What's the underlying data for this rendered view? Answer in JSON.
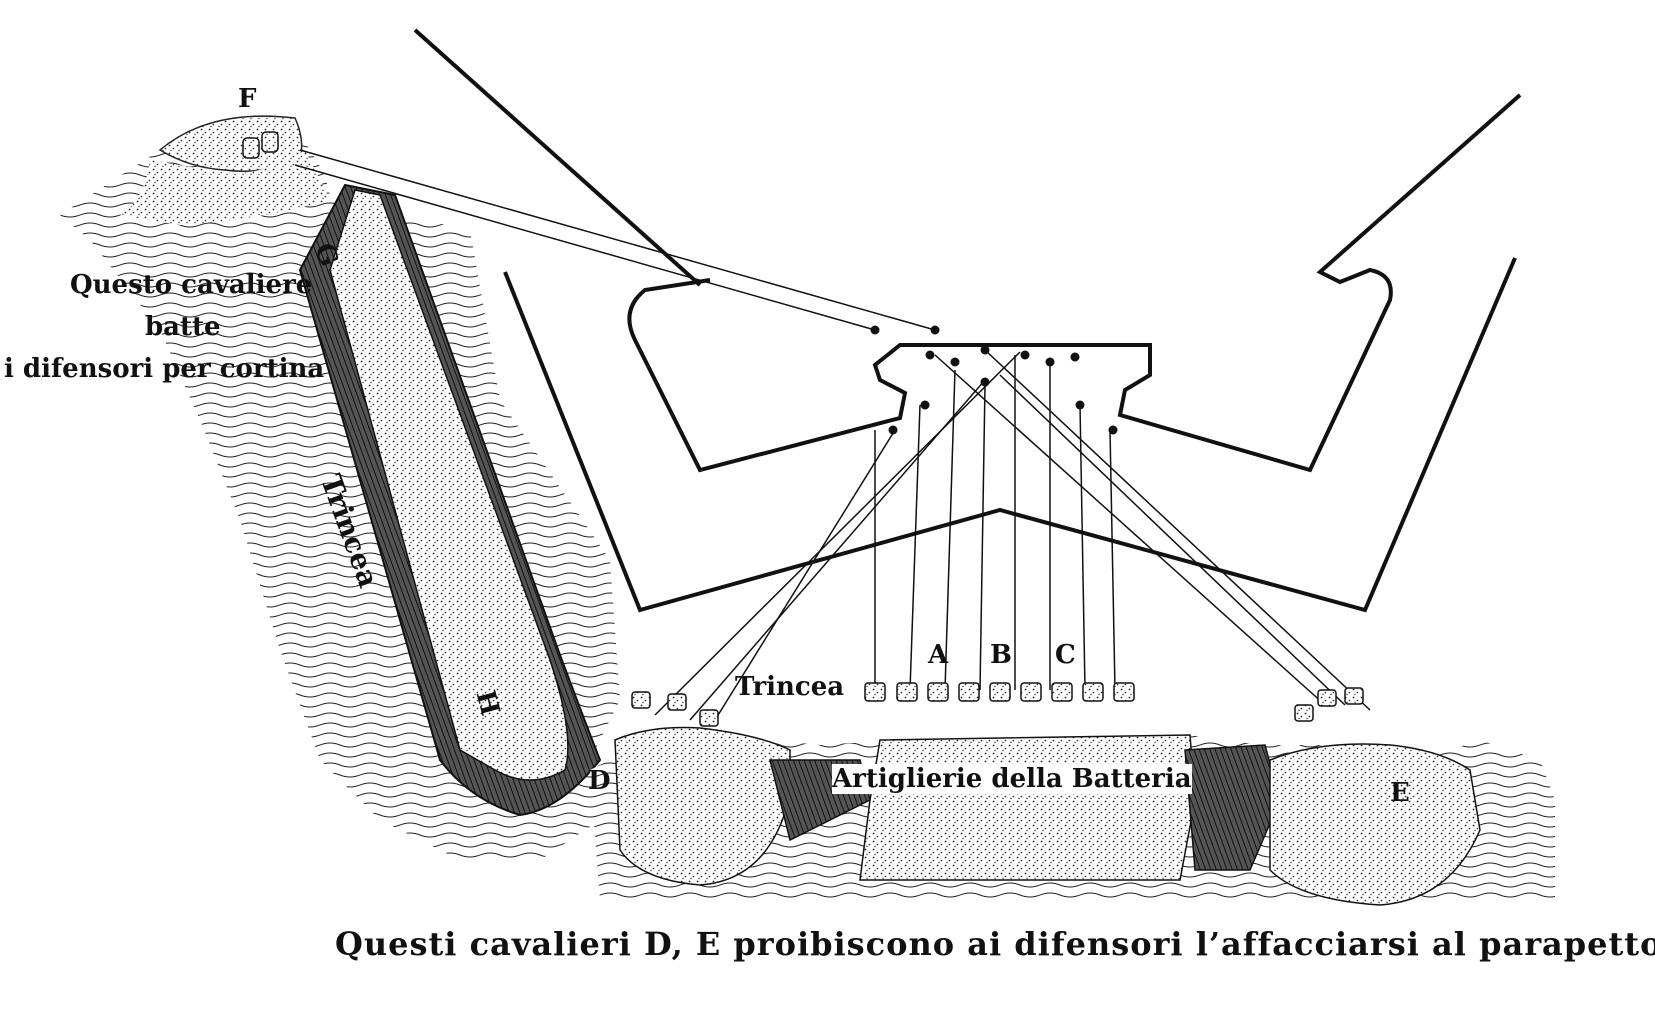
{
  "title": "",
  "labels": {
    "F": "F",
    "G": "G",
    "H": "H",
    "D": "D",
    "E": "E",
    "A": "A",
    "B": "B",
    "C": "C",
    "trincea_diagonal": "Trincea",
    "trincea_lower": "Trincea",
    "cavaliere_line1": "Questo cavaliere",
    "cavaliere_line2": "batte",
    "cavaliere_line3": "i difensori per cortina",
    "artiglierie": "Artiglierie della Batteria"
  },
  "caption": "Questi cavalieri D, E proibiscono ai difensori l’affacciarsi al parapetto",
  "colors": {
    "ink": "#111111",
    "paper": "#ffffff",
    "earth": "#2a2a2a"
  },
  "elements": {
    "battery_guns": 9,
    "cavaliere_D_guns": 3,
    "cavaliere_E_guns": 3,
    "cavaliere_F_guns": 2
  }
}
